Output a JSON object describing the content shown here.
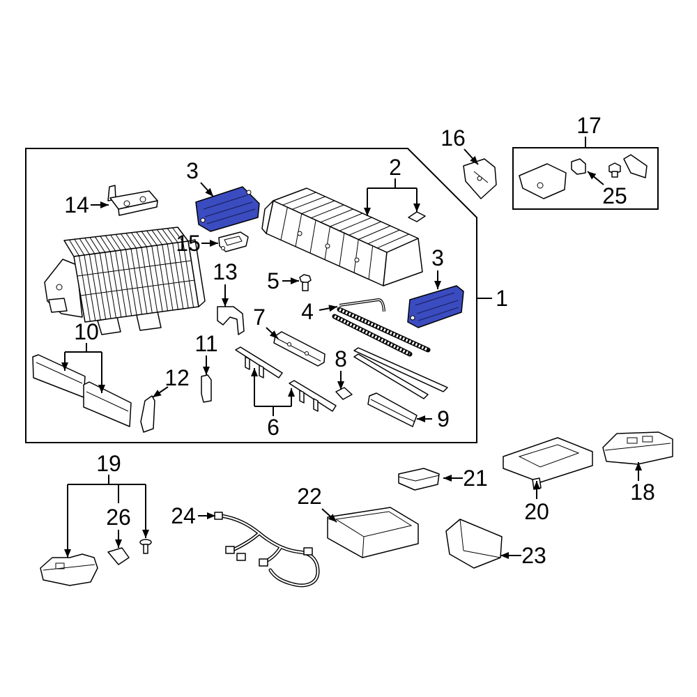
{
  "callouts": {
    "p1": "1",
    "p2": "2",
    "p3a": "3",
    "p3b": "3",
    "p4": "4",
    "p5": "5",
    "p6": "6",
    "p7": "7",
    "p8": "8",
    "p9": "9",
    "p10": "10",
    "p11": "11",
    "p12": "12",
    "p13": "13",
    "p14": "14",
    "p15": "15",
    "p16": "16",
    "p17": "17",
    "p18": "18",
    "p19": "19",
    "p20": "20",
    "p21": "21",
    "p22": "22",
    "p23": "23",
    "p24": "24",
    "p25": "25",
    "p26": "26"
  },
  "highlighted_parts": [
    "3"
  ],
  "colors": {
    "highlight": "#3b4cc0",
    "line": "#000000",
    "background": "#ffffff"
  }
}
